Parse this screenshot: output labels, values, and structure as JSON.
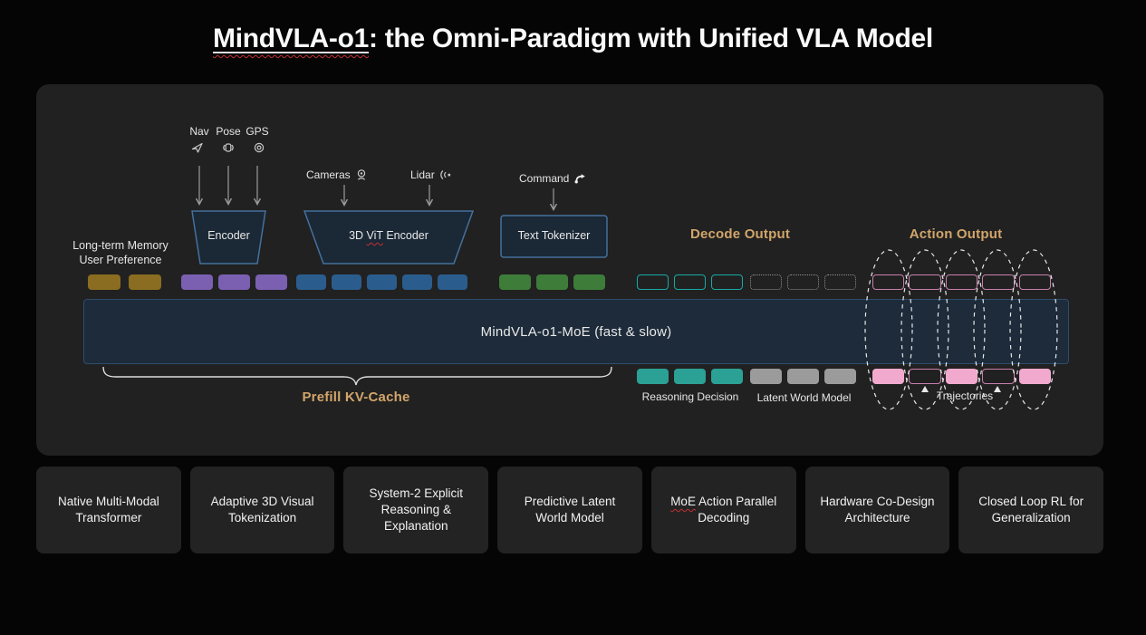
{
  "title": {
    "name": "MindVLA-o1",
    "rest": ": the Omni-Paradigm with Unified VLA Model"
  },
  "diagram": {
    "memory_label_line1": "Long-term Memory",
    "memory_label_line2": "User Preference",
    "sensors": {
      "nav": "Nav",
      "pose": "Pose",
      "gps": "GPS",
      "cameras": "Cameras",
      "lidar": "Lidar",
      "command": "Command"
    },
    "icons": {
      "nav": "nav-cursor-icon",
      "pose": "pose-gimbal-icon",
      "gps": "gps-eye-icon",
      "cameras": "camera-icon",
      "lidar": "lidar-wave-icon",
      "command": "command-route-icon"
    },
    "encoder_label": "Encoder",
    "vit_label_parts": [
      {
        "t": "3D "
      },
      {
        "t": "ViT",
        "s": true
      },
      {
        "t": " Encoder"
      }
    ],
    "tokenizer_label": "Text Tokenizer",
    "moe_bar_label": "MindVLA-o1-MoE (fast & slow)",
    "decode_output_label": "Decode Output",
    "action_output_label": "Action Output",
    "prefill_label": "Prefill KV-Cache",
    "reasoning_label": "Reasoning Decision",
    "latent_label": "Latent World Model",
    "trajectories_label": "Trajectories",
    "token_groups": [
      {
        "id": "memory",
        "count": 2,
        "style": "gold"
      },
      {
        "id": "pose",
        "count": 3,
        "style": "purple"
      },
      {
        "id": "vision",
        "count": 5,
        "style": "blue"
      },
      {
        "id": "text",
        "count": 3,
        "style": "green"
      },
      {
        "id": "decode-reasoning",
        "count": 3,
        "style": "teal-outline"
      },
      {
        "id": "decode-latent",
        "count": 3,
        "style": "gray-dotted"
      },
      {
        "id": "action-top",
        "count": 5,
        "style": "pink-outline"
      },
      {
        "id": "reasoning-out",
        "count": 3,
        "style": "teal-fill"
      },
      {
        "id": "latent-out",
        "count": 3,
        "style": "gray-fill"
      },
      {
        "id": "action-out",
        "count": 5,
        "style": "pink-alt"
      }
    ]
  },
  "feature_cards": [
    {
      "parts": [
        {
          "t": "Native Multi-Modal Transformer"
        }
      ]
    },
    {
      "parts": [
        {
          "t": "Adaptive 3D Visual Tokenization"
        }
      ]
    },
    {
      "parts": [
        {
          "t": "System-2 Explicit Reasoning & Explanation"
        }
      ]
    },
    {
      "parts": [
        {
          "t": "Predictive Latent World Model"
        }
      ]
    },
    {
      "parts": [
        {
          "t": "MoE",
          "s": true
        },
        {
          "t": " Action Parallel Decoding"
        }
      ]
    },
    {
      "parts": [
        {
          "t": "Hardware Co-Design Architecture"
        }
      ]
    },
    {
      "parts": [
        {
          "t": "Closed Loop RL for Generalization"
        }
      ]
    }
  ],
  "colors": {
    "accent_tan": "#d2a56b",
    "token_gold": "#8a6d20",
    "token_purple": "#7b60b2",
    "token_blue": "#2a5d8d",
    "token_green": "#3e7c39",
    "token_teal": "#2ba095",
    "token_gray": "#9b9b9b",
    "token_pink": "#f2a9ce",
    "box_border_blue": "#44719c",
    "moe_bar_fill": "#1d2b3a",
    "spellcheck_red": "#c23030"
  }
}
